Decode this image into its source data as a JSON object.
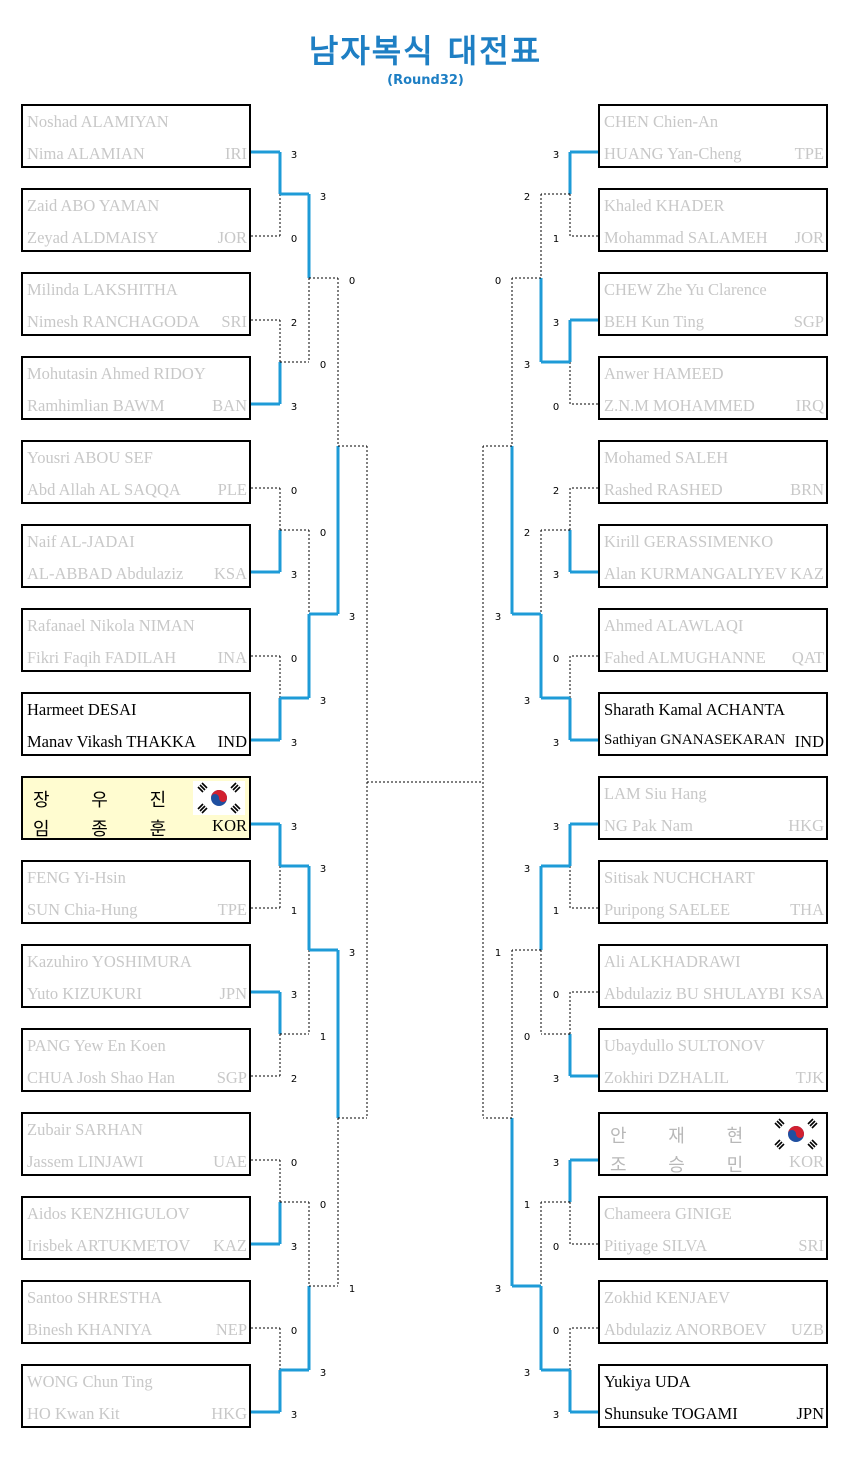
{
  "title": "남자복식 대전표",
  "subtitle": "(Round32)",
  "left": [
    {
      "p1": "Noshad ALAMIYAN",
      "p2": "Nima ALAMIAN",
      "nat": "IRI",
      "winner": false
    },
    {
      "p1": "Zaid ABO YAMAN",
      "p2": "Zeyad ALDMAISY",
      "nat": "JOR",
      "winner": false
    },
    {
      "p1": "Milinda LAKSHITHA",
      "p2": "Nimesh RANCHAGODA",
      "nat": "SRI",
      "winner": false
    },
    {
      "p1": "Mohutasin Ahmed RIDOY",
      "p2": "Ramhimlian BAWM",
      "nat": "BAN",
      "winner": false
    },
    {
      "p1": "Yousri ABOU SEF",
      "p2": "Abd Allah AL SAQQA",
      "nat": "PLE",
      "winner": false
    },
    {
      "p1": "Naif AL-JADAI",
      "p2": "AL-ABBAD Abdulaziz",
      "nat": "KSA",
      "winner": false
    },
    {
      "p1": "Rafanael Nikola NIMAN",
      "p2": "Fikri Faqih FADILAH",
      "nat": "INA",
      "winner": false
    },
    {
      "p1": "Harmeet DESAI",
      "p2": "Manav Vikash THAKKA",
      "nat": "IND",
      "winner": true
    },
    {
      "p1": "장 우 진",
      "p2": "임 종 훈",
      "nat": "KOR",
      "winner": true,
      "korean": true,
      "flag": true,
      "highlight": true
    },
    {
      "p1": "FENG Yi-Hsin",
      "p2": "SUN Chia-Hung",
      "nat": "TPE",
      "winner": false
    },
    {
      "p1": "Kazuhiro YOSHIMURA",
      "p2": "Yuto KIZUKURI",
      "nat": "JPN",
      "winner": false
    },
    {
      "p1": "PANG Yew En Koen",
      "p2": "CHUA Josh Shao Han",
      "nat": "SGP",
      "winner": false
    },
    {
      "p1": "Zubair SARHAN",
      "p2": "Jassem LINJAWI",
      "nat": "UAE",
      "winner": false
    },
    {
      "p1": "Aidos KENZHIGULOV",
      "p2": "Irisbek ARTUKMETOV",
      "nat": "KAZ",
      "winner": false
    },
    {
      "p1": "Santoo SHRESTHA",
      "p2": "Binesh KHANIYA",
      "nat": "NEP",
      "winner": false
    },
    {
      "p1": "WONG Chun Ting",
      "p2": "HO Kwan Kit",
      "nat": "HKG",
      "winner": false
    }
  ],
  "right": [
    {
      "p1": "CHEN Chien-An",
      "p2": "HUANG Yan-Cheng",
      "nat": "TPE",
      "winner": false
    },
    {
      "p1": "Khaled KHADER",
      "p2": "Mohammad SALAMEH",
      "nat": "JOR",
      "winner": false
    },
    {
      "p1": "CHEW Zhe Yu Clarence",
      "p2": "BEH Kun Ting",
      "nat": "SGP",
      "winner": false
    },
    {
      "p1": "Anwer HAMEED",
      "p2": "Z.N.M MOHAMMED",
      "nat": "IRQ",
      "winner": false
    },
    {
      "p1": "Mohamed SALEH",
      "p2": "Rashed RASHED",
      "nat": "BRN",
      "winner": false
    },
    {
      "p1": "Kirill GERASSIMENKO",
      "p2": "Alan KURMANGALIYEV",
      "nat": "KAZ",
      "winner": false
    },
    {
      "p1": "Ahmed ALAWLAQI",
      "p2": "Fahed ALMUGHANNE",
      "nat": "QAT",
      "winner": false
    },
    {
      "p1": "Sharath Kamal ACHANTA",
      "p2": "Sathiyan GNANASEKARAN",
      "nat": "IND",
      "winner": true,
      "small2": true
    },
    {
      "p1": "LAM Siu Hang",
      "p2": "NG Pak Nam",
      "nat": "HKG",
      "winner": false
    },
    {
      "p1": "Sitisak NUCHCHART",
      "p2": "Puripong SAELEE",
      "nat": "THA",
      "winner": false
    },
    {
      "p1": "Ali ALKHADRAWI",
      "p2": "Abdulaziz BU SHULAYBI",
      "nat": "KSA",
      "winner": false
    },
    {
      "p1": "Ubaydullo SULTONOV",
      "p2": "Zokhiri DZHALIL",
      "nat": "TJK",
      "winner": false
    },
    {
      "p1": "안 재 현",
      "p2": "조 승 민",
      "nat": "KOR",
      "winner": false,
      "korean": true,
      "flag": true
    },
    {
      "p1": "Chameera GINIGE",
      "p2": "Pitiyage SILVA",
      "nat": "SRI",
      "winner": false
    },
    {
      "p1": "Zokhid KENJAEV",
      "p2": "Abdulaziz ANORBOEV",
      "nat": "UZB",
      "winner": false
    },
    {
      "p1": "Yukiya UDA",
      "p2": "Shunsuke TOGAMI",
      "nat": "JPN",
      "winner": true
    }
  ],
  "scores": {
    "left": {
      "r1": [
        [
          "3",
          "0"
        ],
        [
          "2",
          "3"
        ],
        [
          "0",
          "3"
        ],
        [
          "0",
          "3"
        ],
        [
          "3",
          "1"
        ],
        [
          "3",
          "2"
        ],
        [
          "0",
          "3"
        ],
        [
          "0",
          "3"
        ]
      ],
      "r2": [
        [
          "3",
          "0"
        ],
        [
          "0",
          "3"
        ],
        [
          "3",
          "1"
        ],
        [
          "0",
          "3"
        ]
      ],
      "r3": [
        [
          "0",
          "3"
        ],
        [
          "3",
          "1"
        ]
      ]
    },
    "right": {
      "r1": [
        [
          "3",
          "1"
        ],
        [
          "3",
          "0"
        ],
        [
          "2",
          "3"
        ],
        [
          "0",
          "3"
        ],
        [
          "3",
          "1"
        ],
        [
          "0",
          "3"
        ],
        [
          "3",
          "0"
        ],
        [
          "0",
          "3"
        ]
      ],
      "r2": [
        [
          "2",
          "3"
        ],
        [
          "2",
          "3"
        ],
        [
          "3",
          "0"
        ],
        [
          "1",
          "3"
        ]
      ],
      "r3": [
        [
          "0",
          "3"
        ],
        [
          "1",
          "3"
        ]
      ]
    }
  },
  "colors": {
    "accent": "#1e9bd7",
    "title": "#1e7fc4",
    "highlight": "#fffcd0",
    "faded": "#c8c8c8"
  }
}
